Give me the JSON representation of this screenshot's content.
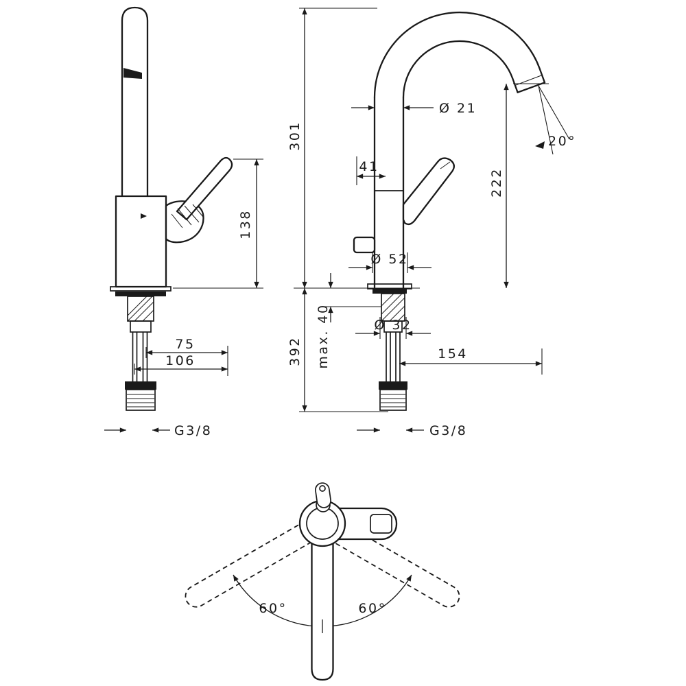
{
  "drawing": {
    "side_view": {
      "dim_height_spout": "138",
      "dim_offset_75": "75",
      "dim_offset_106": "106",
      "thread_label": "G3/8"
    },
    "front_view": {
      "dim_total_height": "301",
      "dim_below_deck": "392",
      "dim_spout_height": "222",
      "dia_spout_pipe": "Ø 21",
      "dim_handle_offset": "41",
      "angle_outlet": "20°",
      "dia_base": "Ø 52",
      "dia_shank": "Ø 32",
      "max_mounting": "max. 40",
      "dim_reach": "154",
      "thread_label": "G3/8"
    },
    "top_view": {
      "swivel_left": "60°",
      "swivel_right": "60°"
    },
    "colors": {
      "line": "#1a1a1a",
      "background": "#ffffff"
    }
  }
}
